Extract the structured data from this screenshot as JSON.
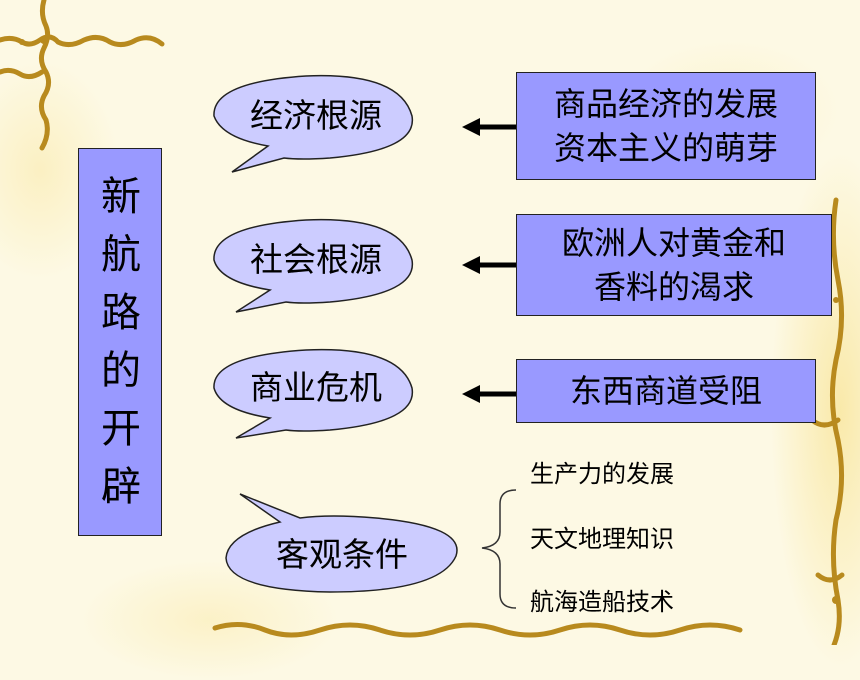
{
  "title_chars": [
    "新",
    "航",
    "路",
    "的",
    "开",
    "辟"
  ],
  "roots": [
    {
      "label": "经济根源",
      "causes": [
        "商品经济的发展",
        "资本主义的萌芽"
      ]
    },
    {
      "label": "社会根源",
      "causes": [
        "欧洲人对黄金和",
        "香料的渴求"
      ]
    },
    {
      "label": "商业危机",
      "causes": [
        "东西商道受阻"
      ]
    }
  ],
  "conditions": {
    "label": "客观条件",
    "items": [
      "生产力的发展",
      "天文地理知识",
      "航海造船技术"
    ]
  },
  "colors": {
    "box_fill": "#9999ff",
    "bubble_fill": "#ccccff",
    "background": "#fdf9e4",
    "vine": "#b88a1e"
  }
}
